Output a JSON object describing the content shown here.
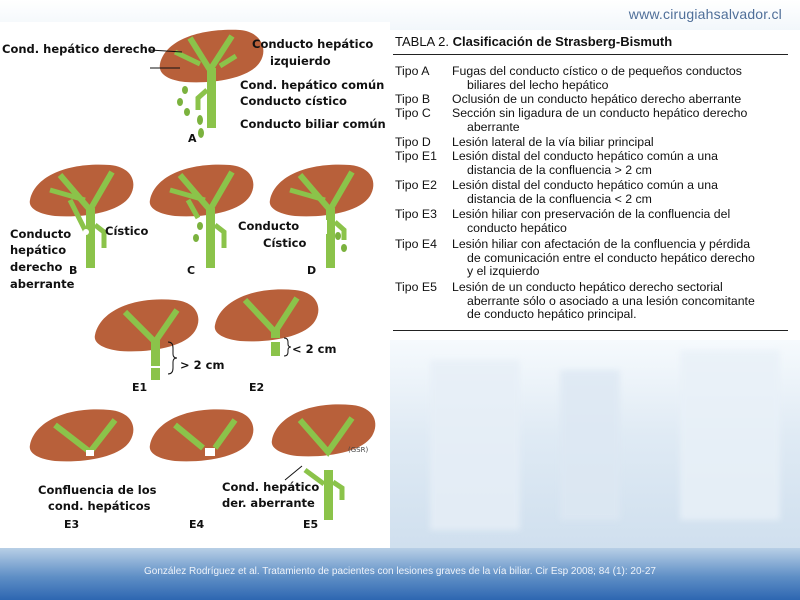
{
  "site_url": "www.cirugiahsalvador.cl",
  "figure": {
    "labels": {
      "cond_hepatico_derecho": "Cond. hepático derecho",
      "conducto_hepatico_izquierdo_l1": "Conducto hepático",
      "conducto_hepatico_izquierdo_l2": "izquierdo",
      "cond_hepatico_comun": "Cond. hepático común",
      "conducto_cistico": "Conducto cístico",
      "conducto_biliar_comun": "Conducto biliar común",
      "conducto_hepatico_derecho_aberrante_l1": "Conducto",
      "conducto_hepatico_derecho_aberrante_l2": "hepático",
      "conducto_hepatico_derecho_aberrante_l3": "derecho",
      "conducto_hepatico_derecho_aberrante_l4": "aberrante",
      "cistico": "Cístico",
      "conducto_cistico_d_l1": "Conducto",
      "conducto_cistico_d_l2": "Cístico",
      "dist_gt": "> 2 cm",
      "dist_lt": "< 2 cm",
      "confluencia_l1": "Confluencia de los",
      "confluencia_l2": "cond. hepáticos",
      "cond_hep_der_aberrante_l1": "Cond. hepático",
      "cond_hep_der_aberrante_l2": "der. aberrante",
      "tag": "(GSR)"
    },
    "panel_letters": {
      "A": "A",
      "B": "B",
      "C": "C",
      "D": "D",
      "E1": "E1",
      "E2": "E2",
      "E3": "E3",
      "E4": "E4",
      "E5": "E5"
    },
    "colors": {
      "liver": "#b8603a",
      "liver_dark": "#8e4426",
      "duct": "#8bc34a",
      "duct_dark": "#5e9a2c",
      "leak": "#7bb23e"
    }
  },
  "table": {
    "title_prefix": "TABLA 2.",
    "title_main": "Clasificación de Strasberg-Bismuth",
    "rows": [
      {
        "tipo": "Tipo A",
        "l1": "Fugas del conducto cístico o de pequeños conductos",
        "l2": "biliares del lecho hepático"
      },
      {
        "tipo": "Tipo B",
        "l1": "Oclusión de un conducto hepático derecho aberrante",
        "l2": ""
      },
      {
        "tipo": "Tipo C",
        "l1": "Sección sin ligadura de un conducto hepático derecho",
        "l2": "aberrante"
      },
      {
        "tipo": "Tipo D",
        "l1": "Lesión lateral de la vía biliar principal",
        "l2": ""
      },
      {
        "tipo": "Tipo E1",
        "l1": "Lesión distal del conducto hepático común a una",
        "l2": "distancia de la confluencia > 2 cm"
      },
      {
        "tipo": "Tipo E2",
        "l1": "Lesión distal del conducto hepático común a una",
        "l2": "distancia de la confluencia < 2 cm"
      },
      {
        "tipo": "Tipo E3",
        "l1": "Lesión hiliar con preservación de la confluencia del",
        "l2": "conducto hepático"
      },
      {
        "tipo": "Tipo E4",
        "l1": "Lesión hiliar con afectación de la confluencia y pérdida",
        "l2": "de comunicación entre el conducto hepático derecho",
        "l3": "y el izquierdo"
      },
      {
        "tipo": "Tipo E5",
        "l1": "Lesión de un conducto hepático derecho sectorial",
        "l2": "aberrante sólo o asociado a una lesión concomitante",
        "l3": "de conducto hepático principal."
      }
    ]
  },
  "citation": "González Rodríguez et al. Tratamiento de pacientes con lesiones graves de la vía biliar. Cir Esp 2008; 84 (1): 20-27"
}
